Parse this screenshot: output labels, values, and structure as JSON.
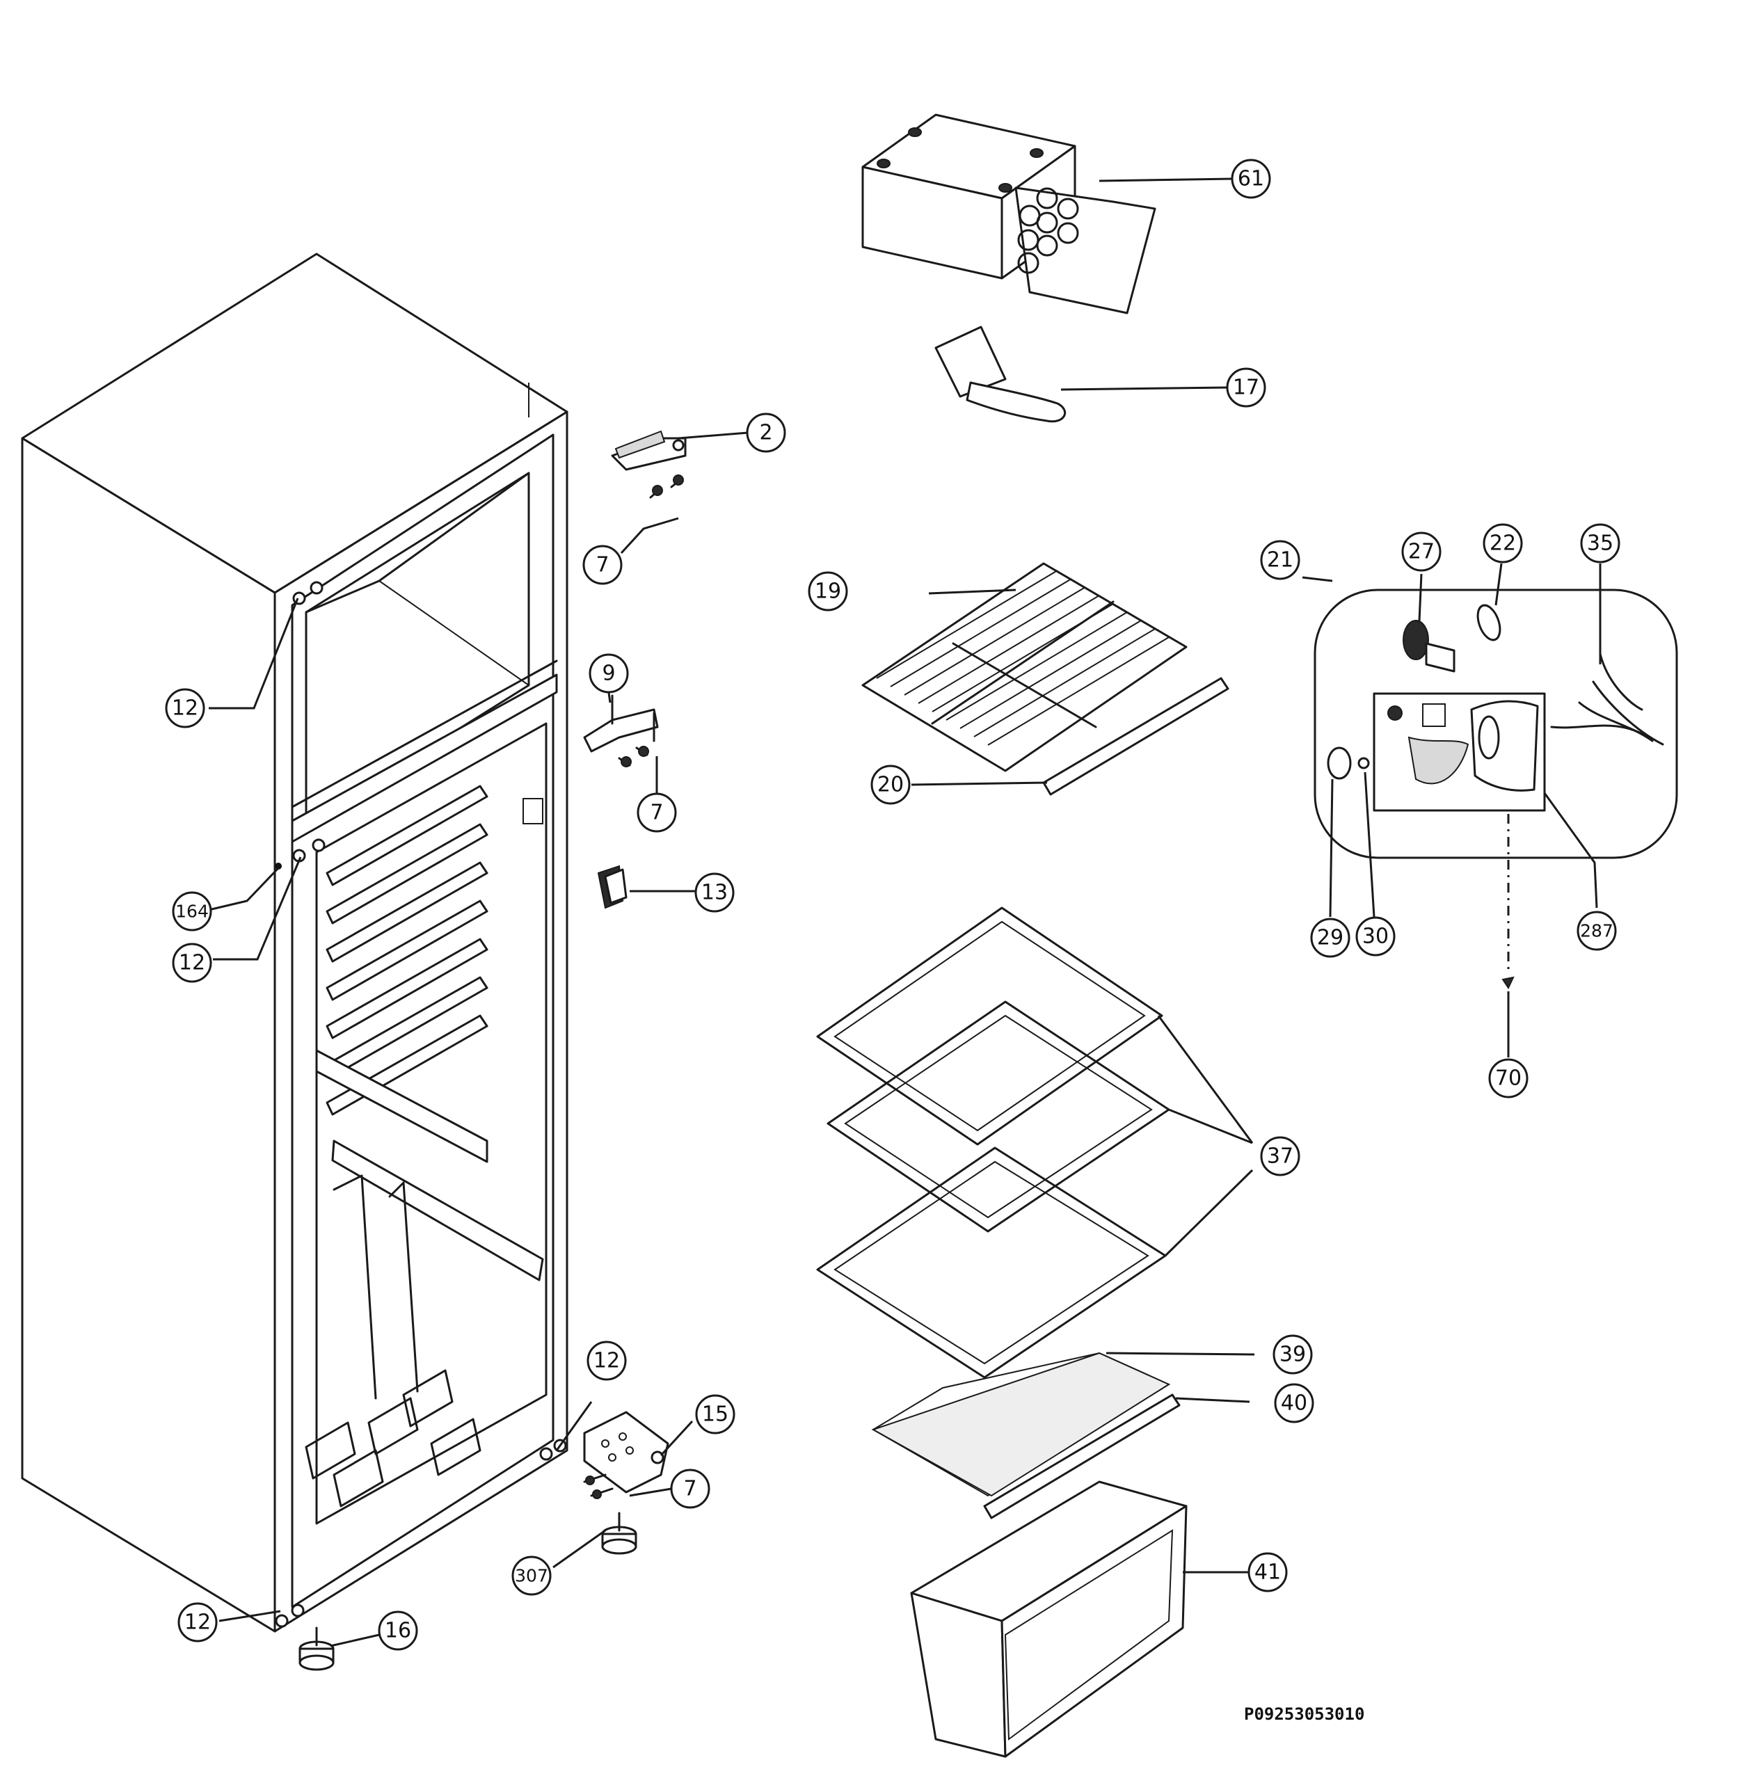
{
  "document_code": "P09253053010",
  "callouts": [
    {
      "id": "c61",
      "label": "61"
    },
    {
      "id": "c17",
      "label": "17"
    },
    {
      "id": "c2",
      "label": "2"
    },
    {
      "id": "c7a",
      "label": "7"
    },
    {
      "id": "c19",
      "label": "19"
    },
    {
      "id": "c21",
      "label": "21"
    },
    {
      "id": "c27",
      "label": "27"
    },
    {
      "id": "c22",
      "label": "22"
    },
    {
      "id": "c35",
      "label": "35"
    },
    {
      "id": "c12a",
      "label": "12"
    },
    {
      "id": "c9",
      "label": "9"
    },
    {
      "id": "c20",
      "label": "20"
    },
    {
      "id": "c7b",
      "label": "7"
    },
    {
      "id": "c164",
      "label": "164"
    },
    {
      "id": "c13",
      "label": "13"
    },
    {
      "id": "c12b",
      "label": "12"
    },
    {
      "id": "c29",
      "label": "29"
    },
    {
      "id": "c30",
      "label": "30"
    },
    {
      "id": "c287",
      "label": "287"
    },
    {
      "id": "c70",
      "label": "70"
    },
    {
      "id": "c37",
      "label": "37"
    },
    {
      "id": "c39",
      "label": "39"
    },
    {
      "id": "c12c",
      "label": "12"
    },
    {
      "id": "c15",
      "label": "15"
    },
    {
      "id": "c40",
      "label": "40"
    },
    {
      "id": "c7c",
      "label": "7"
    },
    {
      "id": "c307",
      "label": "307"
    },
    {
      "id": "c41",
      "label": "41"
    },
    {
      "id": "c12d",
      "label": "12"
    },
    {
      "id": "c16",
      "label": "16"
    }
  ]
}
